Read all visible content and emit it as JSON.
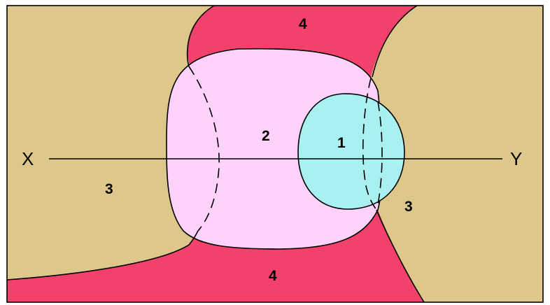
{
  "diagram": {
    "axis": {
      "left_label": "X",
      "right_label": "Y"
    },
    "regions": [
      {
        "id": "1",
        "label": "1",
        "color": "#a9f1f1"
      },
      {
        "id": "2",
        "label": "2",
        "color": "#fed2fa"
      },
      {
        "id": "3",
        "label": "3",
        "color": "#dec78a"
      },
      {
        "id": "4",
        "label": "4",
        "color": "#f2416a"
      }
    ],
    "labels": {
      "region_1": "1",
      "region_2": "2",
      "region_3_left": "3",
      "region_3_right": "3",
      "region_4_top": "4",
      "region_4_bottom": "4"
    },
    "colors": {
      "frame": "#000000",
      "axis_line": "#000000",
      "background": "#ffffff"
    }
  }
}
